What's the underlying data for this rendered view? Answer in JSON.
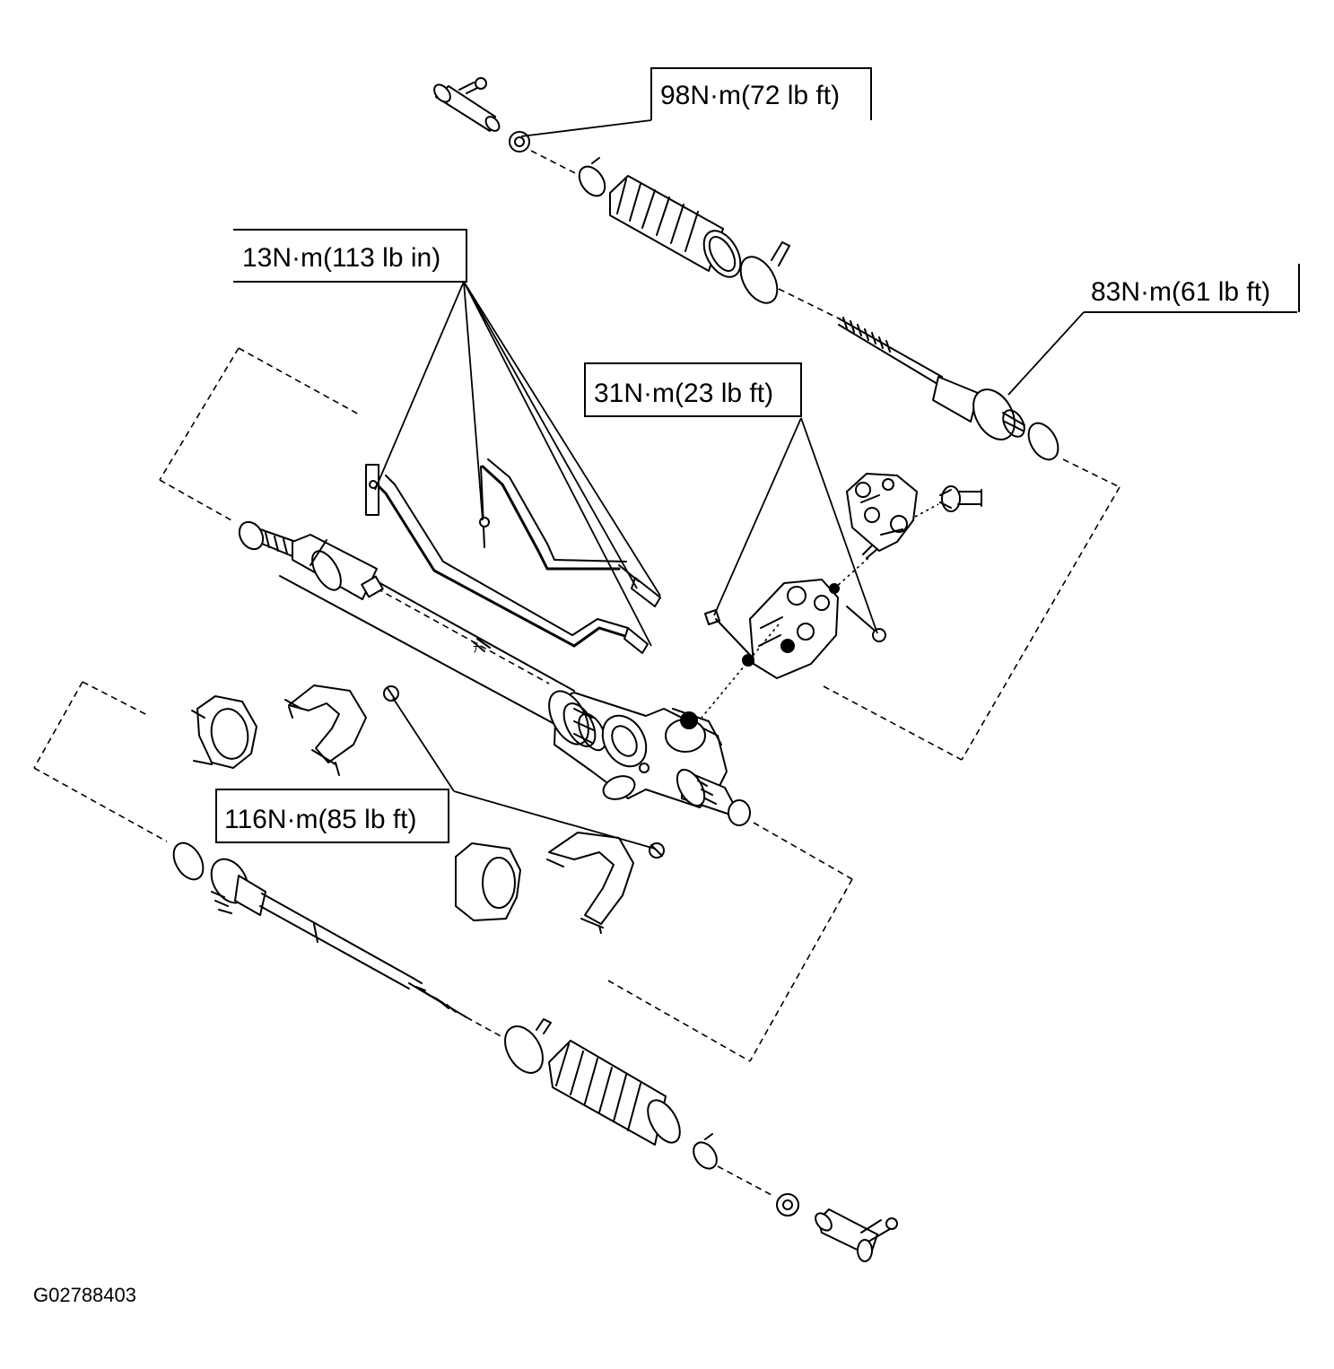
{
  "torque_labels": {
    "outer_tie_rod_nut_top": "98N·m(72 lb ft)",
    "pipe_flare_nuts": "13N·m(113 lb  in)",
    "inner_tie_rod_top": "83N·m(61 lb ft)",
    "valve_housing_bolts": "31N·m(23 lb ft)",
    "mounting_bracket_bolts": "116N·m(85 lb ft)"
  },
  "figure_id": "G02788403"
}
